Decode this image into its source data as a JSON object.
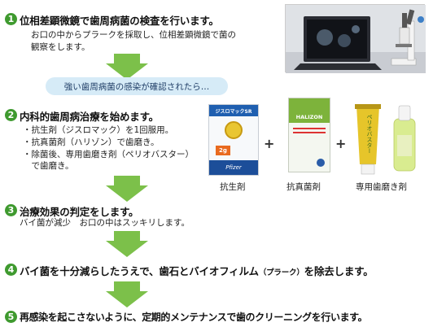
{
  "steps": [
    {
      "num": "1",
      "title": "位相差顕微鏡で歯周病菌の検査を行います。",
      "desc": [
        "お口の中からプラークを採取し、位相差顕微鏡で菌の",
        "観察をします。"
      ]
    },
    {
      "num": "2",
      "title": "内科的歯周病治療を始めます。",
      "desc": [
        "・抗生剤（ジスロマック）を1回服用。",
        "・抗真菌剤（ハリゾン）で歯磨き。",
        "・除菌後、専用歯磨き剤（ペリオバスター）",
        "　で歯磨き。"
      ]
    },
    {
      "num": "3",
      "title": "治療効果の判定をします。",
      "desc": [
        "バイ菌が減少　お口の中はスッキリします。"
      ]
    },
    {
      "num": "4",
      "title_main": "バイ菌を十分減らしたうえで、歯石とバイオフィルム",
      "title_small": "（プラーク）",
      "title_end": "を除去します。"
    },
    {
      "num": "5",
      "title": "再感染を起こさないように、定期的メンテナンスで歯のクリーニングを行います。"
    }
  ],
  "notice": "強い歯周病菌の感染が確認されたら…",
  "products": {
    "labels": [
      "抗生剤",
      "抗真菌剤",
      "専用歯磨き剤"
    ],
    "plus": "+",
    "box1_text": "ジスロマックSR",
    "box1_dose": "2g",
    "box1_brand": "Pfizer",
    "box2_text": "HALIZON",
    "box3_text": "ペリオバスター"
  },
  "colors": {
    "accent_green": "#3f9a2f",
    "arrow_green": "#7cc04a",
    "notice_bg": "#d6ebf7"
  }
}
